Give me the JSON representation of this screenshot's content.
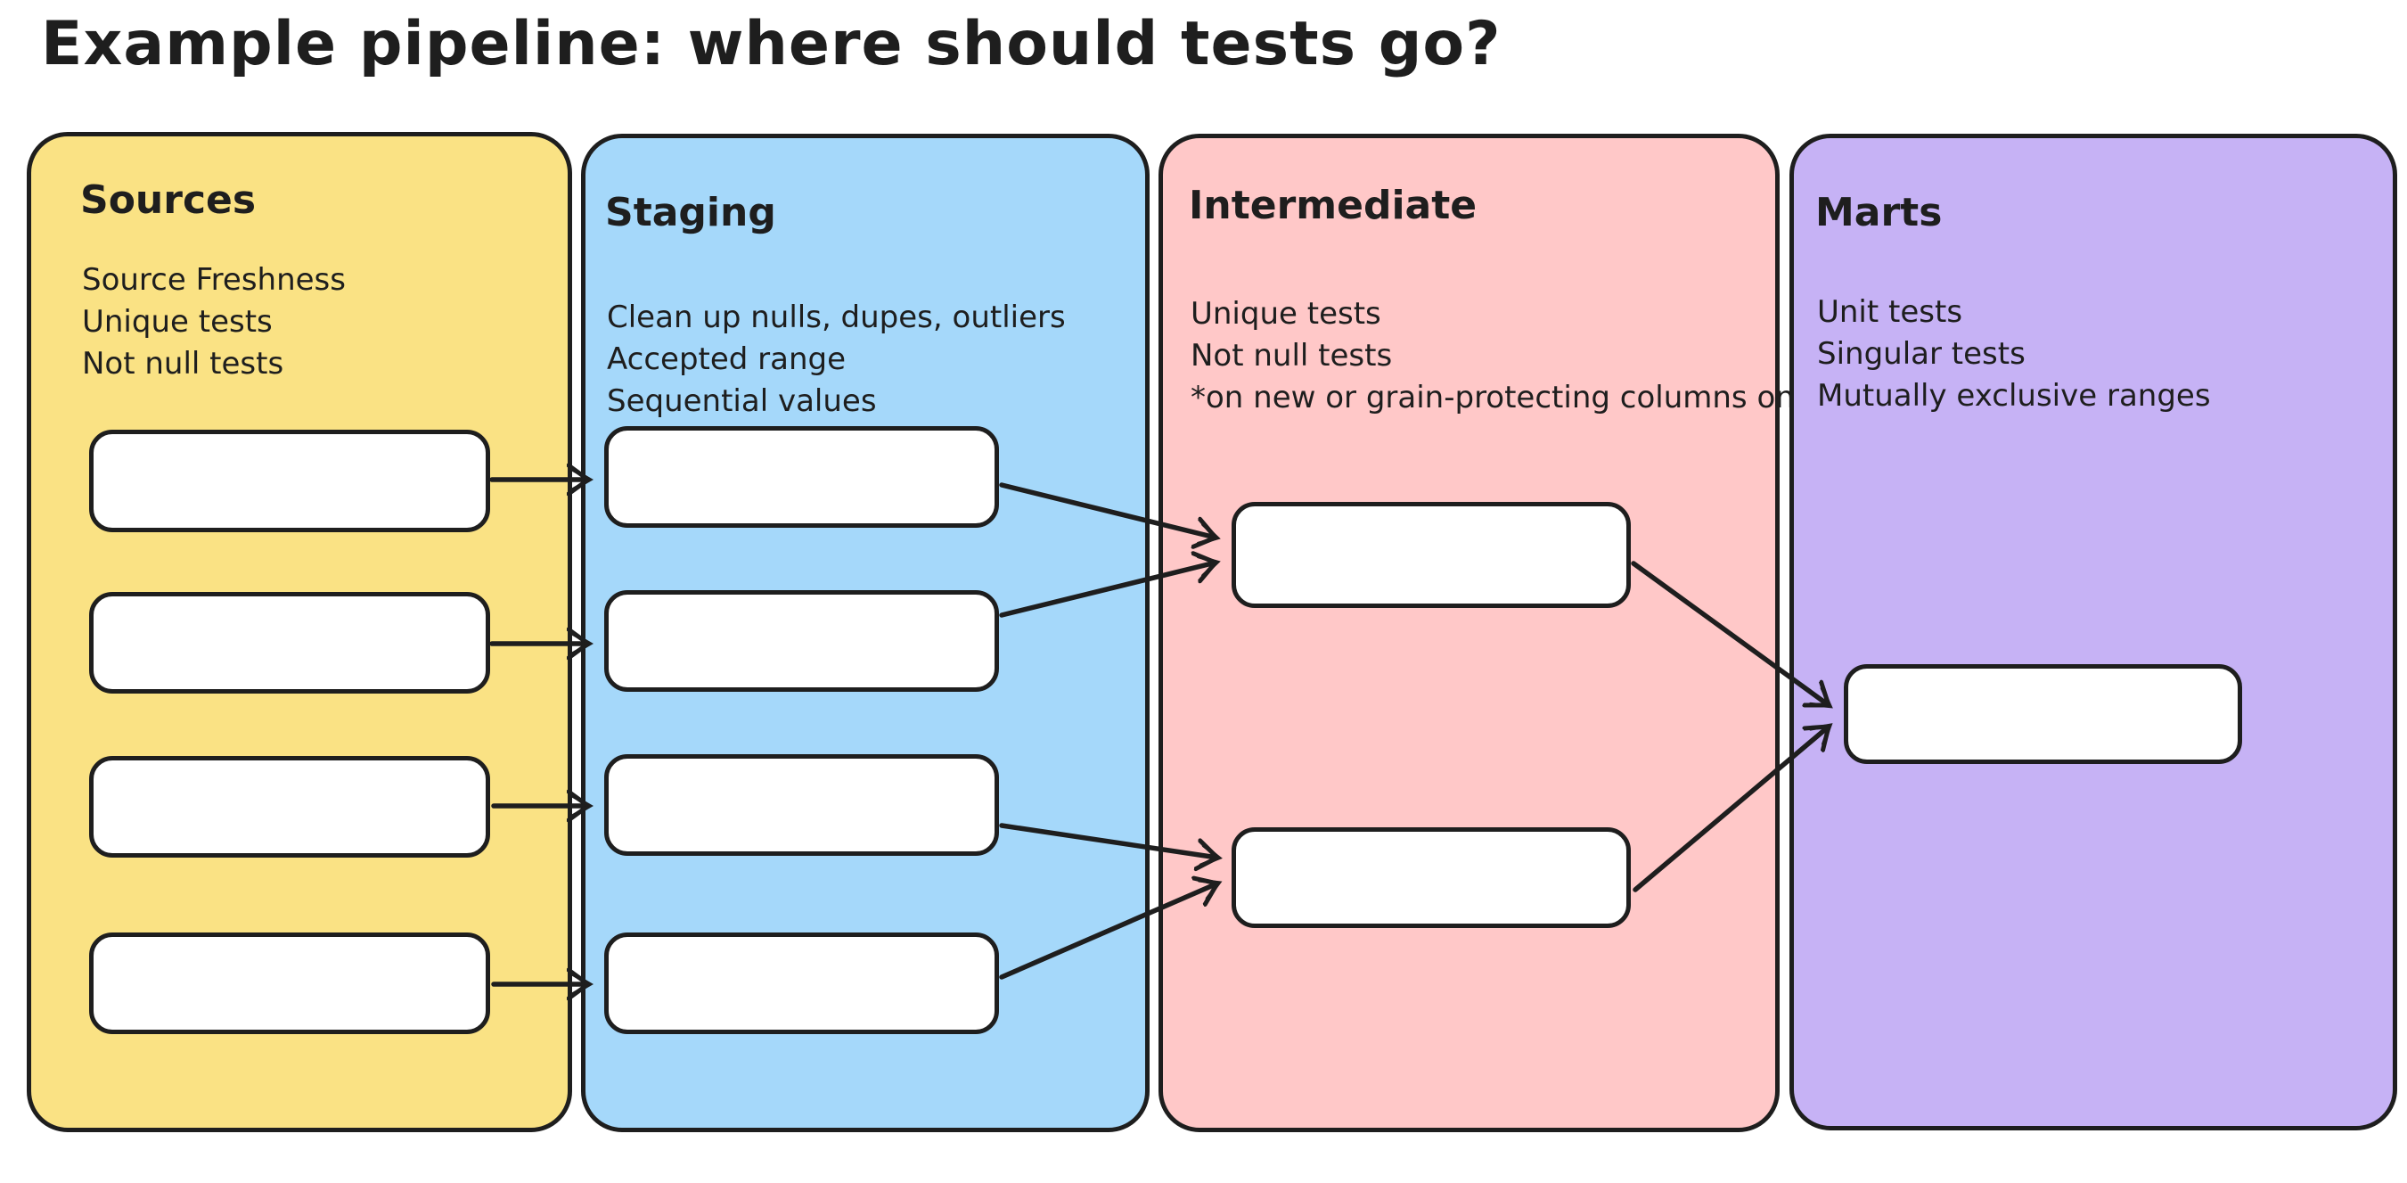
{
  "title": "Example pipeline: where should tests go?",
  "canvas": {
    "background": "#ffffff",
    "ink": "#1e1e1e",
    "box_fill": "#ffffff"
  },
  "columns": [
    {
      "id": "sources",
      "label": "Sources",
      "color": "#fae284",
      "notes": [
        "Source Freshness",
        "Unique tests",
        "Not null tests"
      ],
      "model_box_count": 4
    },
    {
      "id": "staging",
      "label": "Staging",
      "color": "#a5d8fa",
      "notes": [
        "Clean up nulls, dupes, outliers",
        "Accepted range",
        "Sequential values"
      ],
      "model_box_count": 4
    },
    {
      "id": "intermediate",
      "label": "Intermediate",
      "color": "#ffc8c8",
      "notes": [
        "Unique tests",
        "Not null tests",
        "*on new or grain-protecting columns only"
      ],
      "model_box_count": 2
    },
    {
      "id": "marts",
      "label": "Marts",
      "color": "#c6b2f5",
      "notes": [
        "Unit tests",
        "Singular tests",
        "Mutually exclusive ranges"
      ],
      "model_box_count": 1
    }
  ],
  "connections": [
    {
      "from": "sources-box-1",
      "to": "staging-box-1"
    },
    {
      "from": "sources-box-2",
      "to": "staging-box-2"
    },
    {
      "from": "sources-box-3",
      "to": "staging-box-3"
    },
    {
      "from": "sources-box-4",
      "to": "staging-box-4"
    },
    {
      "from": "staging-box-1",
      "to": "intermediate-box-1"
    },
    {
      "from": "staging-box-2",
      "to": "intermediate-box-1"
    },
    {
      "from": "staging-box-3",
      "to": "intermediate-box-2"
    },
    {
      "from": "staging-box-4",
      "to": "intermediate-box-2"
    },
    {
      "from": "intermediate-box-1",
      "to": "marts-box-1"
    },
    {
      "from": "intermediate-box-2",
      "to": "marts-box-1"
    }
  ]
}
